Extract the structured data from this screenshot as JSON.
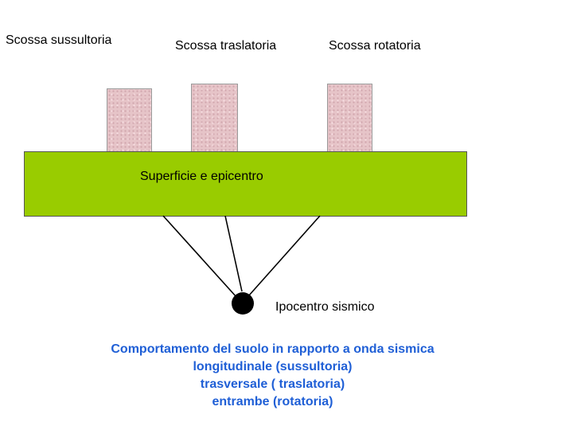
{
  "shocks": {
    "vertical_label": "Scossa sussultoria",
    "horizontal_label": "Scossa traslatoria",
    "rotational_label": "Scossa rotatoria"
  },
  "ground": {
    "label": "Superficie e epicentro",
    "color": "#99cc00"
  },
  "hypocenter": {
    "label": "Ipocentro sismico"
  },
  "caption": {
    "color": "#1f5fd6",
    "lines": [
      "Comportamento del suolo in rapporto a onda sismica",
      "longitudinale (sussultoria)",
      "trasversale ( traslatoria)",
      "entrambe (rotatoria)"
    ]
  }
}
